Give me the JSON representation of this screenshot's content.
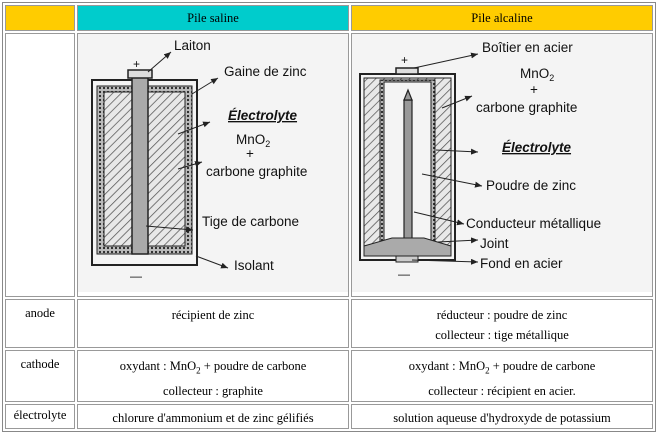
{
  "header": {
    "col1": "Pile saline",
    "col2": "Pile alcaline"
  },
  "diagram_saline": {
    "laiton": "Laiton",
    "gaine": "Gaine de zinc",
    "electrolyte": "Électrolyte",
    "mno2": "MnO",
    "mno2_sub": "2",
    "plus": "+",
    "carbone": "carbone graphite",
    "tige": "Tige de carbone",
    "isolant": "Isolant",
    "pos_sign": "+",
    "neg_sign": "—"
  },
  "diagram_alcaline": {
    "boitier": "Boîtier en acier",
    "mno2": "MnO",
    "mno2_sub": "2",
    "plus": "+",
    "carbone": "carbone graphite",
    "electrolyte": "Électrolyte",
    "poudre": "Poudre de zinc",
    "conducteur": "Conducteur métallique",
    "joint": "Joint",
    "fond": "Fond en acier",
    "pos_sign": "+",
    "neg_sign": "—"
  },
  "rows": {
    "anode": {
      "label": "anode",
      "saline": "récipient de zinc",
      "alcaline_1": "réducteur : poudre de zinc",
      "alcaline_2": "collecteur : tige métallique"
    },
    "cathode": {
      "label": "cathode",
      "saline_1a": "oxydant : MnO",
      "saline_1sub": "2",
      "saline_1b": " + poudre de carbone",
      "saline_2": "collecteur : graphite",
      "alcaline_1a": "oxydant : MnO",
      "alcaline_1sub": "2",
      "alcaline_1b": " + poudre de carbone",
      "alcaline_2": "collecteur : récipient en acier."
    },
    "electrolyte": {
      "label": "électrolyte",
      "saline": "chlorure d'ammonium et de zinc gélifiés",
      "alcaline": "solution aqueuse d'hydroxyde de potassium"
    }
  }
}
